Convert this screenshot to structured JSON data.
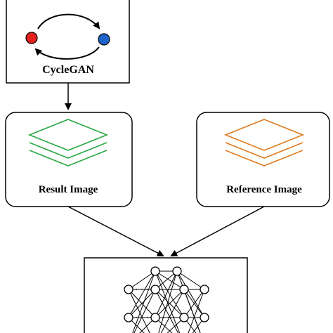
{
  "cyclegan_box": {
    "label": "CycleGAN",
    "node_colors": [
      "#e4211c",
      "#1e64c8"
    ]
  },
  "result_box": {
    "label": "Result Image",
    "icon": "layers-icon",
    "icon_color": "#27a844"
  },
  "reference_box": {
    "label": "Reference Image",
    "icon": "layers-icon",
    "icon_color": "#e07c1f"
  },
  "network_box": {
    "icon": "neural-network-icon",
    "dots_label": "· · ·"
  }
}
